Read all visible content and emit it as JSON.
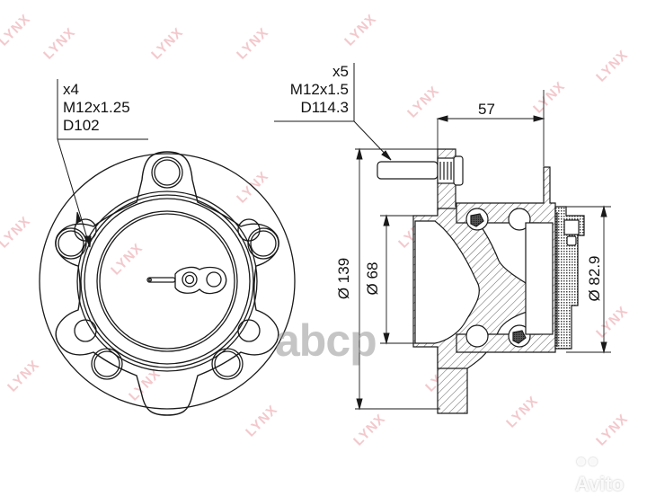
{
  "watermarks": {
    "brand_text": "LYNX",
    "brand_color": "#f3c8cc",
    "overlay_logo": "abcp",
    "marketplace_logo": "Avito"
  },
  "front_view": {
    "callout": {
      "count": "x4",
      "thread": "M12x1.25",
      "pitch_circle": "D102"
    }
  },
  "section_view": {
    "callout": {
      "count": "x5",
      "thread": "M12x1.5",
      "pitch_circle": "D114.3"
    },
    "dimensions": {
      "width": "57",
      "flange_diameter": "Ø 139",
      "pilot_diameter": "Ø 68",
      "bearing_diameter": "Ø 82.9"
    }
  },
  "colors": {
    "line": "#1a1a1a",
    "hatch": "#333333",
    "watermark": "#f3c8cc"
  }
}
